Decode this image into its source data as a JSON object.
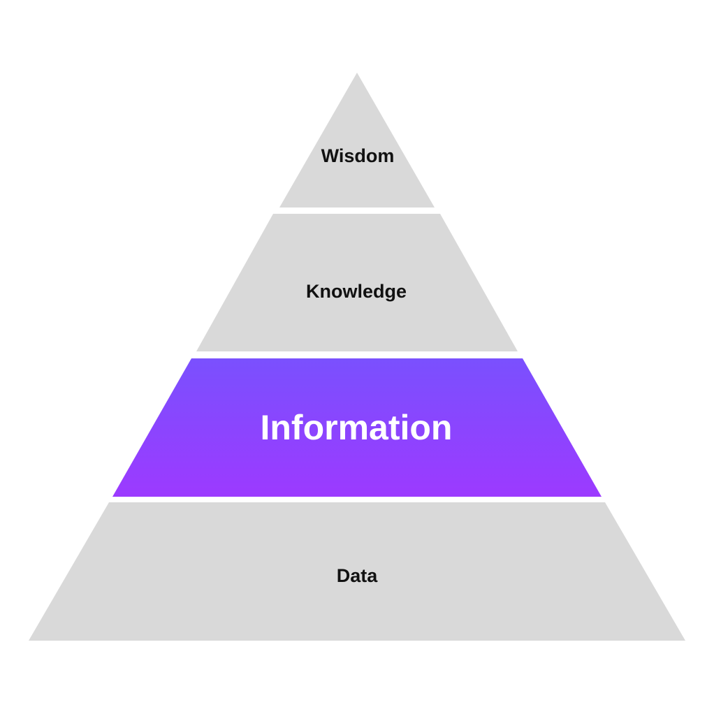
{
  "diagram": {
    "type": "pyramid",
    "levels": [
      {
        "label": "Wisdom",
        "highlighted": false
      },
      {
        "label": "Knowledge",
        "highlighted": false
      },
      {
        "label": "Information",
        "highlighted": true
      },
      {
        "label": "Data",
        "highlighted": false
      }
    ],
    "colors": {
      "layer": "#d9d9d9",
      "highlight_top": "#7a50fe",
      "highlight_bottom": "#9c3aff",
      "text": "#111111",
      "highlight_text": "#ffffff"
    }
  }
}
